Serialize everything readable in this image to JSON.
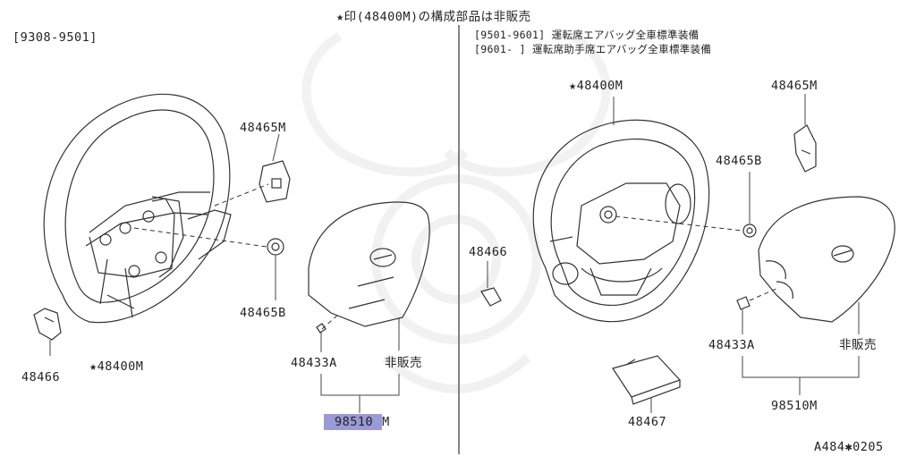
{
  "header": {
    "note": "★印(48400M)の構成部品は非販売"
  },
  "left_panel": {
    "range": "[9308-9501]",
    "parts": {
      "p48465m": "48465M",
      "p48465b": "48465B",
      "p48466": "48466",
      "p48400m": "★48400M",
      "p48433a": "48433A",
      "not_for_sale": "非販売",
      "p98510m_highlight": "98510",
      "p98510m_suffix": "M"
    }
  },
  "right_panel": {
    "notes": [
      "[9501-9601] 運転席エアバッグ全車標準装備",
      "[9601-      ] 運転席助手席エアバッグ全車標準装備"
    ],
    "parts": {
      "p48400m": "★48400M",
      "p48465m": "48465M",
      "p48465b": "48465B",
      "p48466": "48466",
      "p48433a": "48433A",
      "not_for_sale": "非販売",
      "p98510m": "98510M",
      "p48467": "48467"
    }
  },
  "footer": {
    "code": "A484✱0205"
  },
  "colors": {
    "highlight": "#9a9ad6",
    "line": "#333333"
  }
}
